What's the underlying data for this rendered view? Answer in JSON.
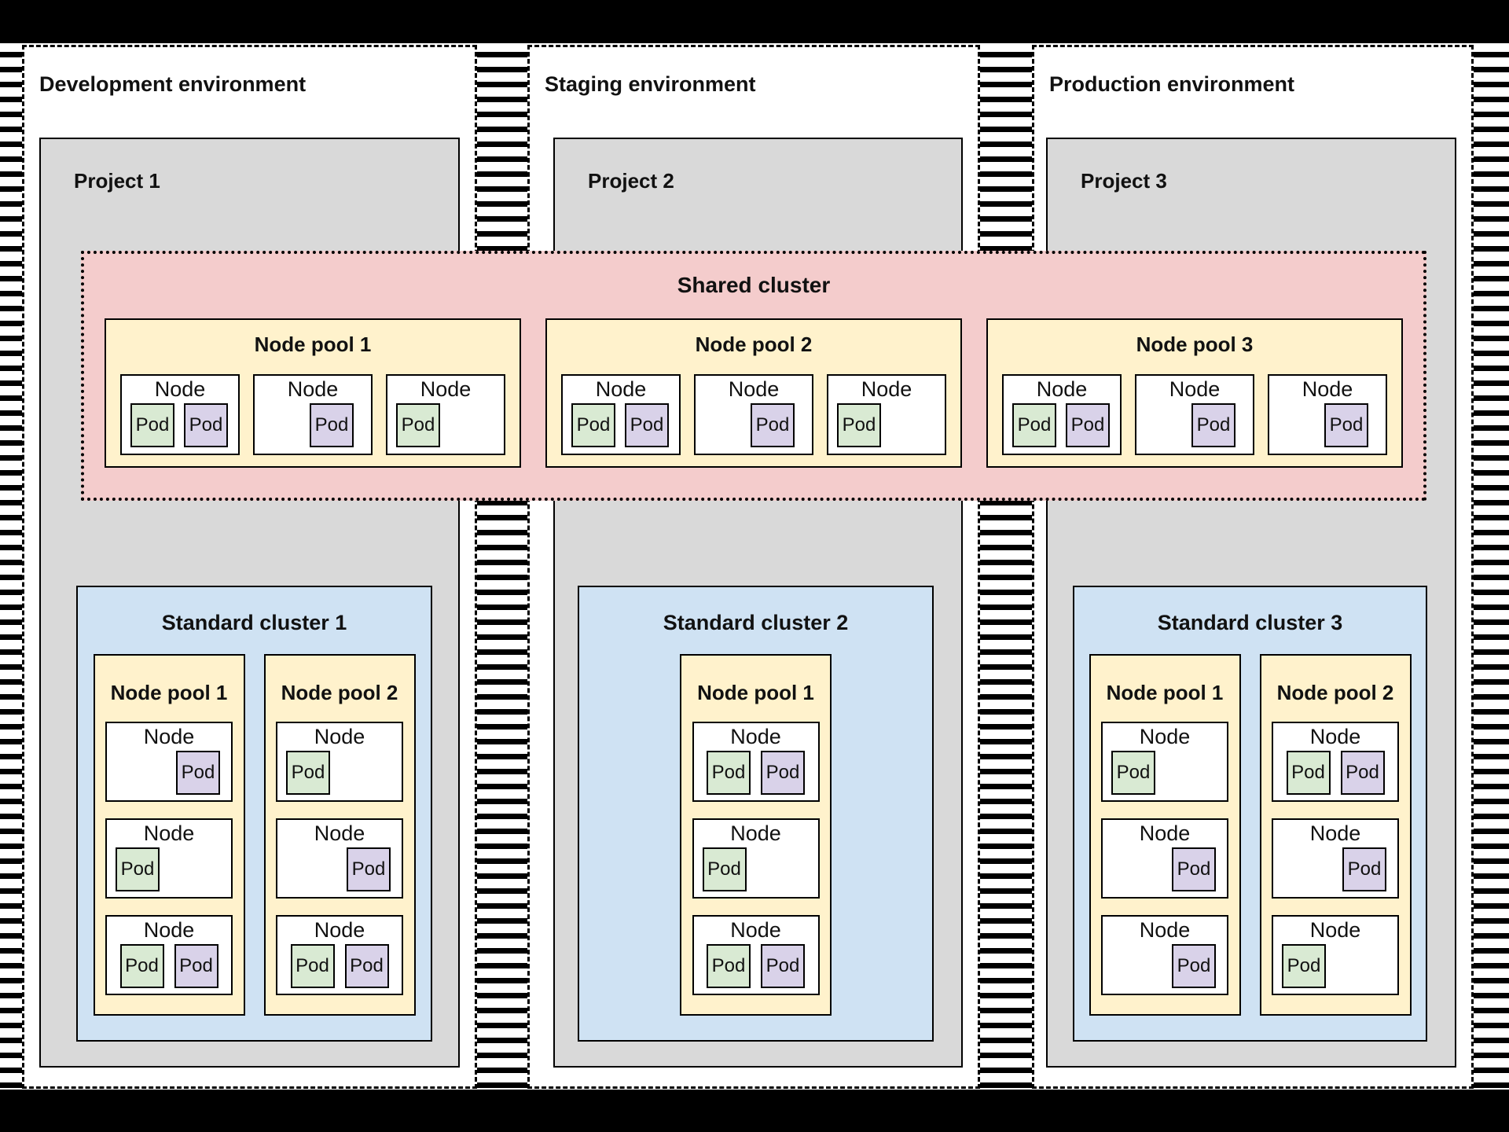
{
  "node_label": "Node",
  "pod_label": "Pod",
  "colors": {
    "project_bg": "#d9d9d9",
    "shared_cluster_bg": "#f4cccc",
    "standard_cluster_bg": "#cfe2f3",
    "node_pool_bg": "#fff2cc",
    "node_bg": "#ffffff",
    "pod_green": "#d9ead3",
    "pod_purple": "#d9d2e9"
  },
  "shared_cluster": {
    "title": "Shared cluster",
    "node_pools": [
      {
        "title": "Node pool 1",
        "nodes": [
          {
            "pods": [
              "green",
              "purple"
            ],
            "align": "left"
          },
          {
            "pods": [
              "purple"
            ],
            "align": "right"
          },
          {
            "pods": [
              "green"
            ],
            "align": "left"
          }
        ]
      },
      {
        "title": "Node pool 2",
        "nodes": [
          {
            "pods": [
              "green",
              "purple"
            ],
            "align": "left"
          },
          {
            "pods": [
              "purple"
            ],
            "align": "right"
          },
          {
            "pods": [
              "green"
            ],
            "align": "left"
          }
        ]
      },
      {
        "title": "Node pool 3",
        "nodes": [
          {
            "pods": [
              "green",
              "purple"
            ],
            "align": "left"
          },
          {
            "pods": [
              "purple"
            ],
            "align": "right"
          },
          {
            "pods": [
              "purple"
            ],
            "align": "right"
          }
        ]
      }
    ]
  },
  "environments": [
    {
      "title": "Development environment",
      "project": {
        "title": "Project 1",
        "cluster": {
          "title": "Standard cluster 1",
          "node_pools": [
            {
              "title": "Node pool 1",
              "nodes": [
                {
                  "pods": [
                    "purple"
                  ],
                  "align": "right"
                },
                {
                  "pods": [
                    "green"
                  ],
                  "align": "left"
                },
                {
                  "pods": [
                    "green",
                    "purple"
                  ],
                  "align": "center"
                }
              ]
            },
            {
              "title": "Node pool 2",
              "nodes": [
                {
                  "pods": [
                    "green"
                  ],
                  "align": "left"
                },
                {
                  "pods": [
                    "purple"
                  ],
                  "align": "right"
                },
                {
                  "pods": [
                    "green",
                    "purple"
                  ],
                  "align": "center"
                }
              ]
            }
          ]
        }
      }
    },
    {
      "title": "Staging environment",
      "project": {
        "title": "Project 2",
        "cluster": {
          "title": "Standard cluster 2",
          "node_pools": [
            {
              "title": "Node pool 1",
              "nodes": [
                {
                  "pods": [
                    "green",
                    "purple"
                  ],
                  "align": "center"
                },
                {
                  "pods": [
                    "green"
                  ],
                  "align": "left"
                },
                {
                  "pods": [
                    "green",
                    "purple"
                  ],
                  "align": "center"
                }
              ]
            }
          ]
        }
      }
    },
    {
      "title": "Production environment",
      "project": {
        "title": "Project 3",
        "cluster": {
          "title": "Standard cluster 3",
          "node_pools": [
            {
              "title": "Node pool 1",
              "nodes": [
                {
                  "pods": [
                    "green"
                  ],
                  "align": "left"
                },
                {
                  "pods": [
                    "purple"
                  ],
                  "align": "right"
                },
                {
                  "pods": [
                    "purple"
                  ],
                  "align": "right"
                }
              ]
            },
            {
              "title": "Node pool 2",
              "nodes": [
                {
                  "pods": [
                    "green",
                    "purple"
                  ],
                  "align": "center"
                },
                {
                  "pods": [
                    "purple"
                  ],
                  "align": "right"
                },
                {
                  "pods": [
                    "green"
                  ],
                  "align": "left"
                }
              ]
            }
          ]
        }
      }
    }
  ]
}
